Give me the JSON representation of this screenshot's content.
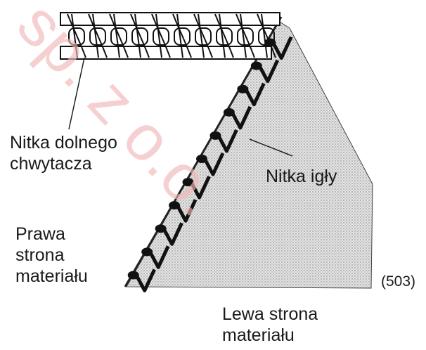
{
  "labels": {
    "looper_thread": [
      "Nitka dolnego",
      "chwytacza"
    ],
    "needle_thread": "Nitka igły",
    "right_side": [
      "Prawa",
      "strona",
      "materiału"
    ],
    "left_side": [
      "Lewa strona",
      "materiału"
    ],
    "code": "(503)"
  },
  "watermark_text": "sp. z o.o.",
  "colors": {
    "fabric": "#d9d9d9",
    "stitch": "#111111",
    "watermark": "#f2b8b8"
  }
}
